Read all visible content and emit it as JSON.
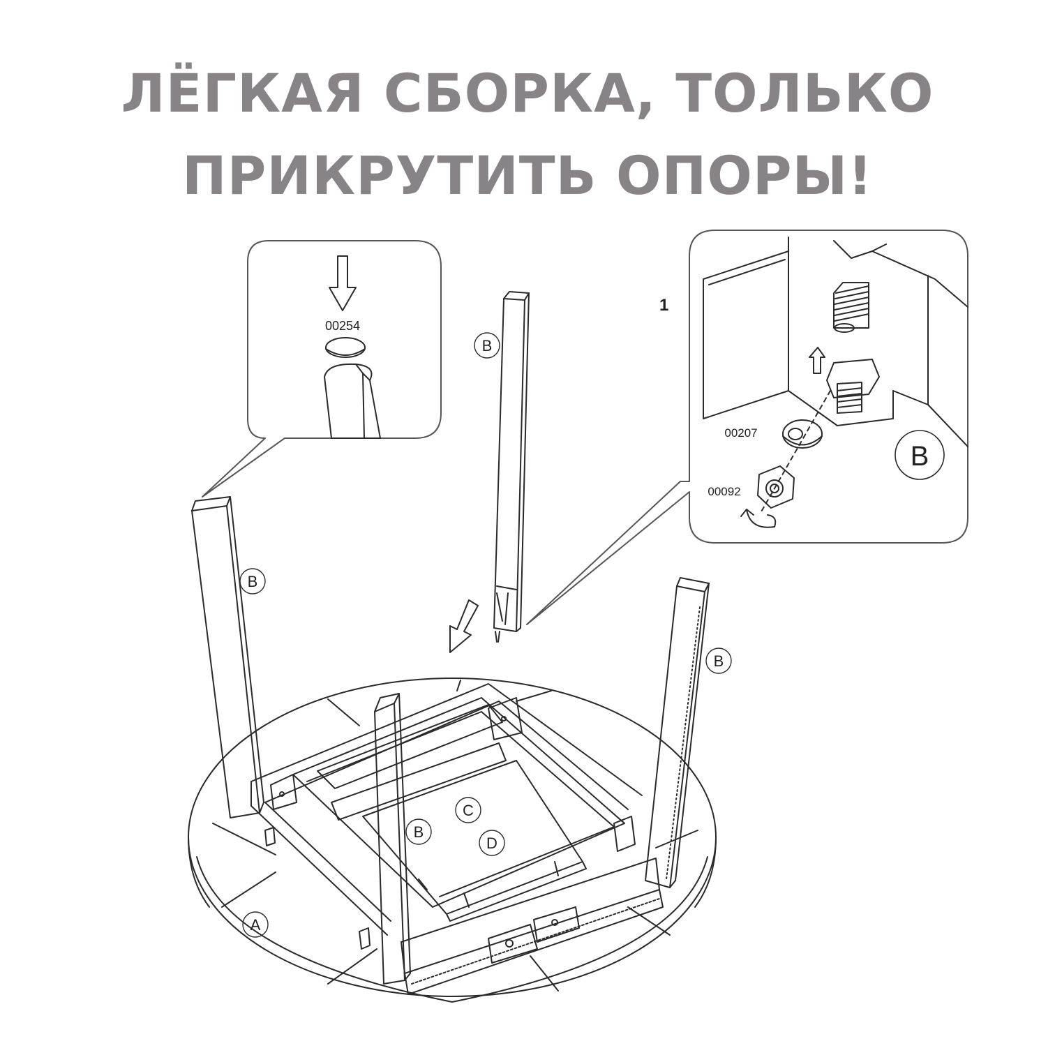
{
  "title": {
    "line1": "ЛЁГКАЯ СБОРКА, ТОЛЬКО",
    "line2": "ПРИКРУТИТЬ ОПОРЫ!"
  },
  "parts": {
    "tabletop": "A",
    "leg": "B",
    "inner_c": "C",
    "inner_d": "D"
  },
  "detail_left": {
    "part_number": "00254"
  },
  "detail_right": {
    "step": "1",
    "washer": "00207",
    "nut": "00092",
    "leg": "B"
  },
  "colors": {
    "title": "#888386",
    "line": "#2a2a2a",
    "callout_box": "#555555"
  }
}
